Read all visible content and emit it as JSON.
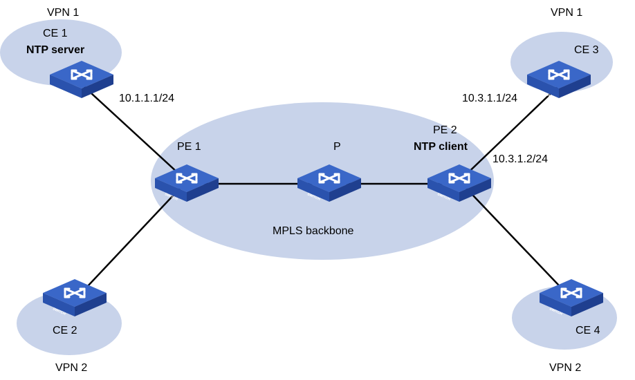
{
  "colors": {
    "zone_fill": "#c8d3ea",
    "link_stroke": "#000000",
    "switch_top": "#3a67c8",
    "switch_side": "#1f3f8f",
    "switch_front": "#2a52ad",
    "switch_arrow": "#ffffff"
  },
  "switch_badge": "SWITCH",
  "labels": {
    "vpn1_left": "VPN 1",
    "ce1": "CE 1",
    "ntp_server": "NTP server",
    "vpn1_right": "VPN 1",
    "ce3": "CE 3",
    "ip_ce1": "10.1.1.1/24",
    "ip_ce3": "10.3.1.1/24",
    "pe1": "PE 1",
    "p": "P",
    "pe2": "PE 2",
    "ntp_client": "NTP client",
    "ip_pe2": "10.3.1.2/24",
    "mpls": "MPLS backbone",
    "ce2": "CE 2",
    "ce4": "CE 4",
    "vpn2_left": "VPN 2",
    "vpn2_right": "VPN 2"
  },
  "nodes": [
    {
      "id": "ce1",
      "name": "CE 1",
      "zone": "VPN 1"
    },
    {
      "id": "ce2",
      "name": "CE 2",
      "zone": "VPN 2"
    },
    {
      "id": "ce3",
      "name": "CE 3",
      "zone": "VPN 1"
    },
    {
      "id": "ce4",
      "name": "CE 4",
      "zone": "VPN 2"
    },
    {
      "id": "pe1",
      "name": "PE 1",
      "zone": "MPLS backbone"
    },
    {
      "id": "p",
      "name": "P",
      "zone": "MPLS backbone"
    },
    {
      "id": "pe2",
      "name": "PE 2",
      "zone": "MPLS backbone"
    }
  ],
  "links": [
    {
      "from": "ce1",
      "to": "pe1",
      "label": "10.1.1.1/24"
    },
    {
      "from": "ce2",
      "to": "pe1",
      "label": ""
    },
    {
      "from": "pe1",
      "to": "p",
      "label": ""
    },
    {
      "from": "p",
      "to": "pe2",
      "label": ""
    },
    {
      "from": "pe2",
      "to": "ce3",
      "label": "10.3.1.1/24 / 10.3.1.2/24"
    },
    {
      "from": "pe2",
      "to": "ce4",
      "label": ""
    }
  ]
}
